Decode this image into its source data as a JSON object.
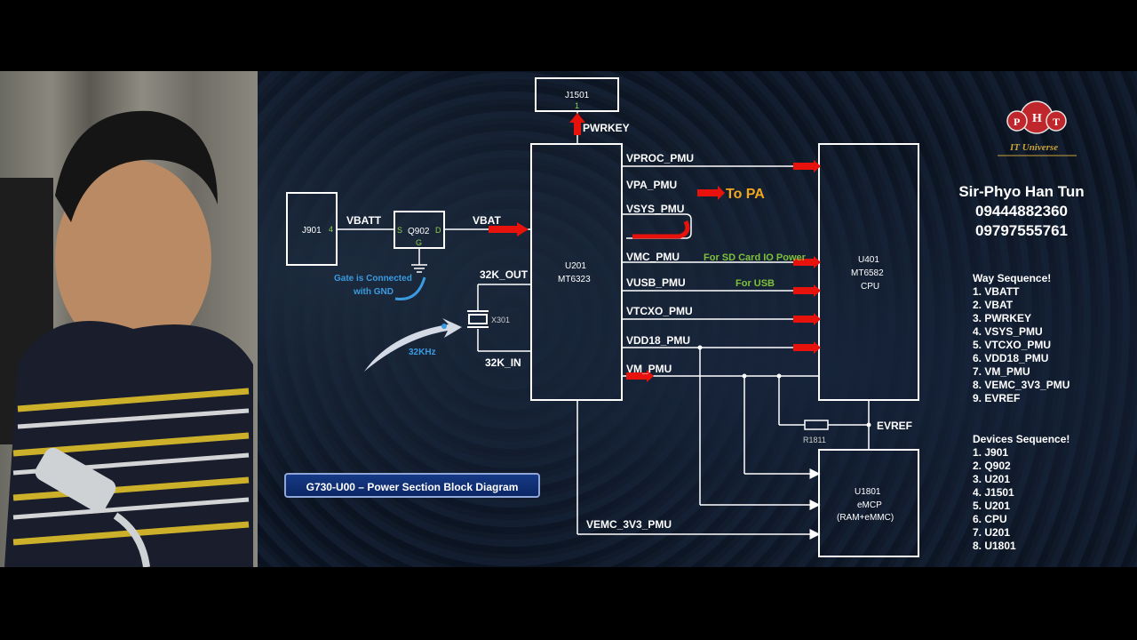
{
  "author": {
    "name": "Sir-Phyo Han Tun",
    "phone1": "09444882360",
    "phone2": "09797555761"
  },
  "logo": {
    "letters": [
      "P",
      "H",
      "T"
    ],
    "subtitle": "IT Universe"
  },
  "caption": "G730-U00 – Power Section Block Diagram",
  "way_sequence": {
    "title": "Way Sequence!",
    "items": [
      "1. VBATT",
      "2. VBAT",
      "3. PWRKEY",
      "4. VSYS_PMU",
      "5. VTCXO_PMU",
      "6. VDD18_PMU",
      "7. VM_PMU",
      "8. VEMC_3V3_PMU",
      "9. EVREF"
    ]
  },
  "devices_sequence": {
    "title": "Devices Sequence!",
    "items": [
      "1. J901",
      "2. Q902",
      "3. U201",
      "4. J1501",
      "5. U201",
      "6. CPU",
      "7. U201",
      "8. U1801"
    ]
  },
  "diagram": {
    "j901": {
      "name": "J901",
      "pin": "4"
    },
    "q902": {
      "name": "Q902",
      "pin_s": "S",
      "pin_d": "D",
      "pin_g": "G"
    },
    "j1501": {
      "name": "J1501",
      "pin": "1"
    },
    "u201": {
      "ref": "U201",
      "part": "MT6323"
    },
    "u401": {
      "ref": "U401",
      "part": "MT6582",
      "desc": "CPU"
    },
    "u1801": {
      "ref": "U1801",
      "part": "eMCP",
      "desc": "(RAM+eMMC)"
    },
    "x301": "X301",
    "r1811": "R1811",
    "nets": {
      "vbatt": "VBATT",
      "vbat": "VBAT",
      "pwrkey": "PWRKEY",
      "k32_out": "32K_OUT",
      "k32_in": "32K_IN",
      "vproc": "VPROC_PMU",
      "vpa": "VPA_PMU",
      "vsys": "VSYS_PMU",
      "vmc": "VMC_PMU",
      "vusb": "VUSB_PMU",
      "vtcxo": "VTCXO_PMU",
      "vdd18": "VDD18_PMU",
      "vm": "VM_PMU",
      "vemc": "VEMC_3V3_PMU",
      "evref": "EVREF"
    },
    "notes": {
      "gate": "Gate is Connected",
      "gate2": "with GND",
      "khz": "32KHz",
      "to_pa": "To PA",
      "sd": "For SD Card IO Power",
      "usb": "For USB"
    }
  },
  "colors": {
    "arrow_red": "#e8120c",
    "note_green": "#7ec13a",
    "note_blue": "#3a9be0",
    "note_orange": "#f2a81e"
  }
}
